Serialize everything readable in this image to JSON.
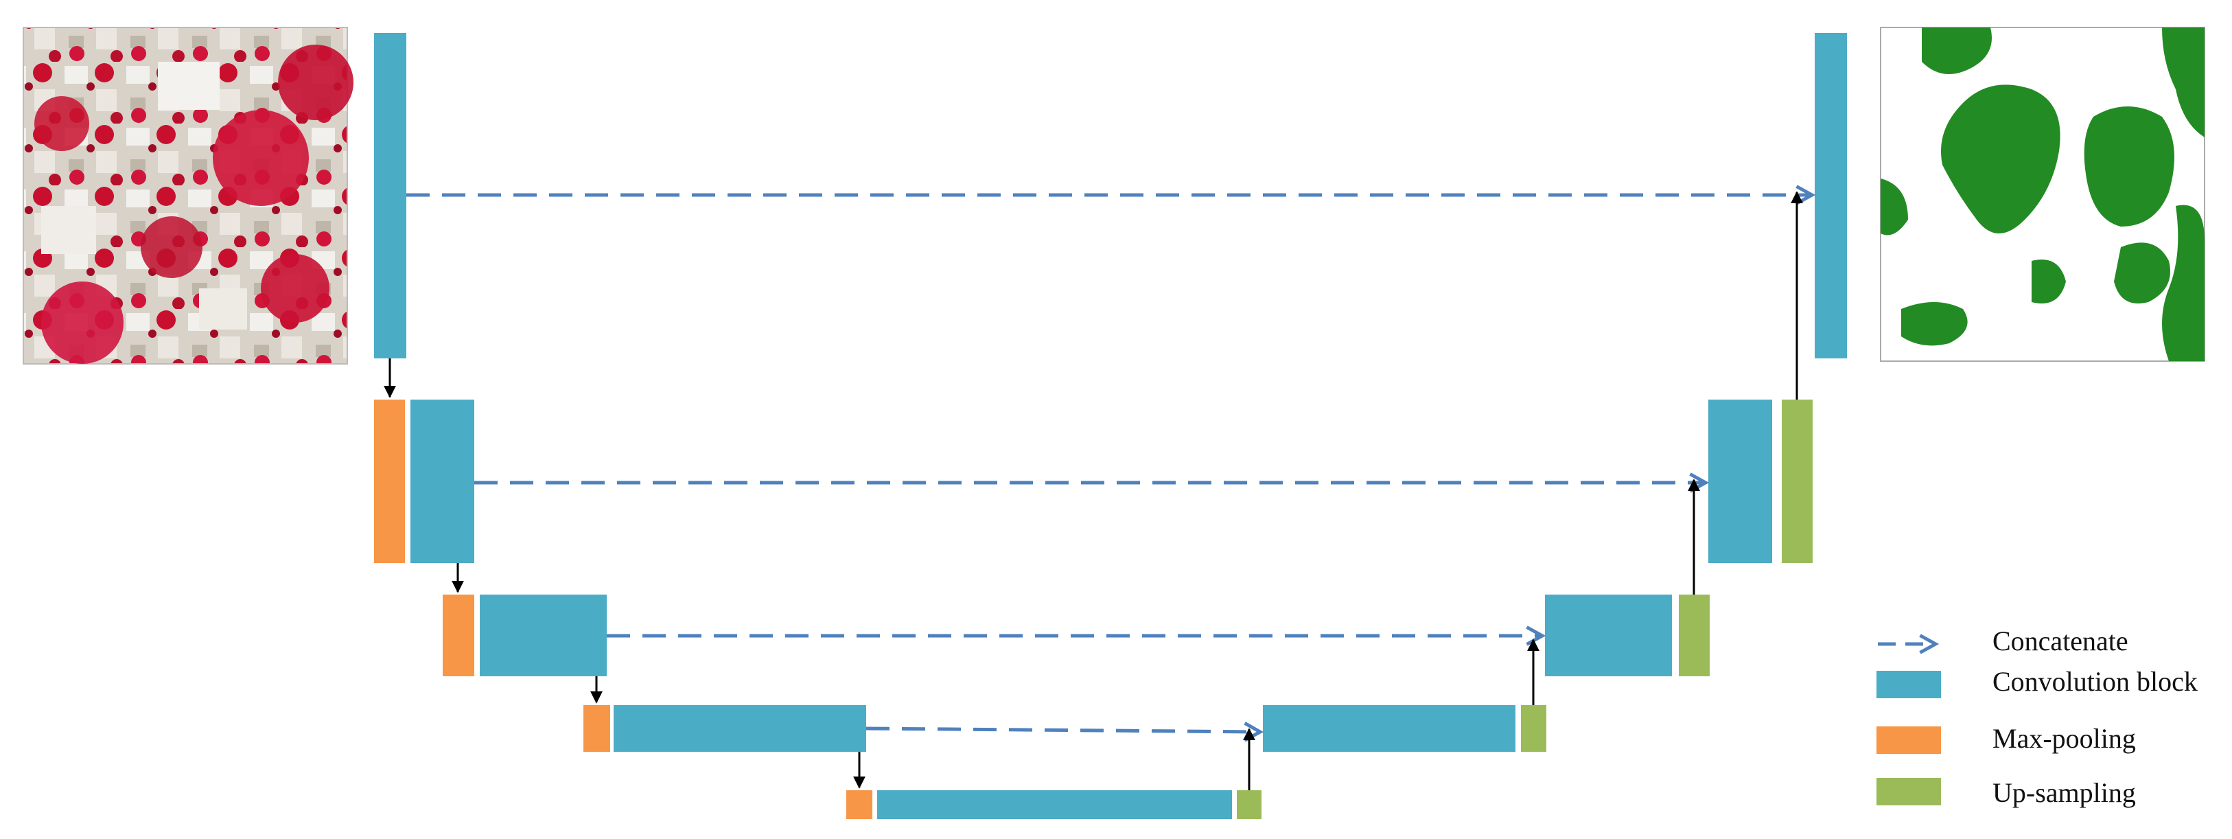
{
  "legend": {
    "concatenate": "Concatenate",
    "convolution_block": "Convolution block",
    "max_pooling": "Max-pooling",
    "up_sampling": "Up-sampling"
  },
  "images": {
    "input": "false-color aerial image of buildings and red vegetation",
    "output": "segmentation mask: green tree regions on white"
  },
  "colors": {
    "convolution_block": "#4BACC6",
    "max_pooling": "#F79646",
    "up_sampling": "#9BBB59",
    "concatenate_arrow": "#4F81BD",
    "flow_arrow": "#000000",
    "mask_fill": "#238B23"
  }
}
